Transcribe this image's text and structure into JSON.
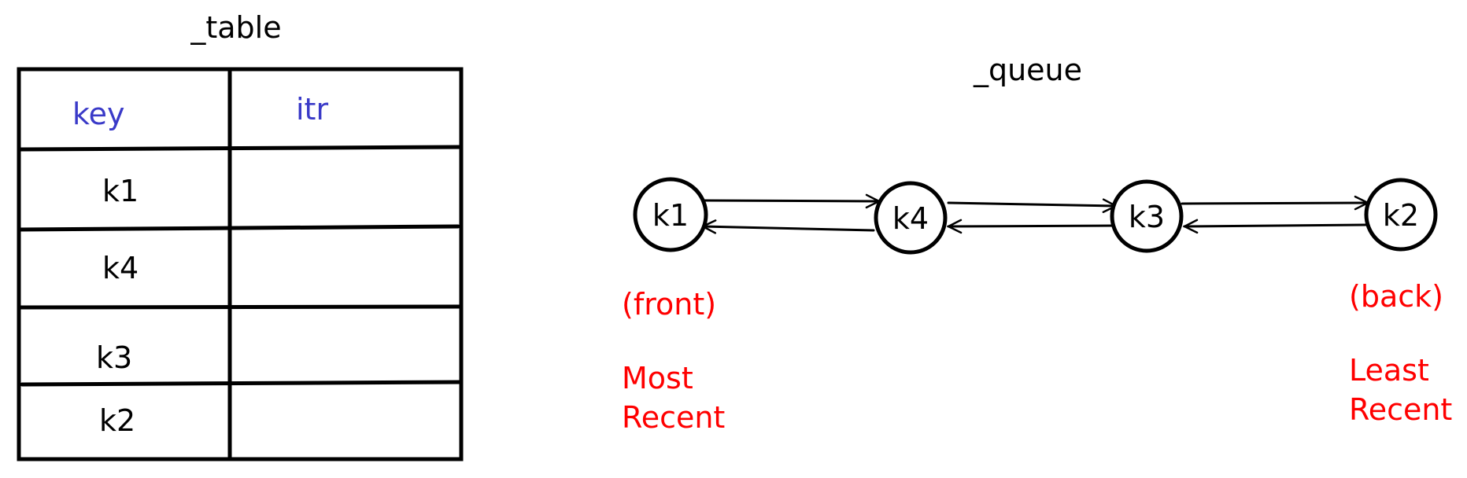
{
  "table": {
    "title": "_table",
    "headers": {
      "key": "key",
      "itr": "itr"
    },
    "rows": [
      {
        "key": "k1",
        "itr": ""
      },
      {
        "key": "k4",
        "itr": ""
      },
      {
        "key": "k3",
        "itr": ""
      },
      {
        "key": "k2",
        "itr": ""
      }
    ]
  },
  "queue": {
    "title": "_queue",
    "nodes": [
      "k1",
      "k4",
      "k3",
      "k2"
    ],
    "front_label": "(front)",
    "front_desc_1": "Most",
    "front_desc_2": "Recent",
    "back_label": "(back)",
    "back_desc_1": "Least",
    "back_desc_2": "Recent"
  },
  "colors": {
    "header_text": "#3a3ac8",
    "annotation": "#ff0000",
    "stroke": "#000000"
  }
}
